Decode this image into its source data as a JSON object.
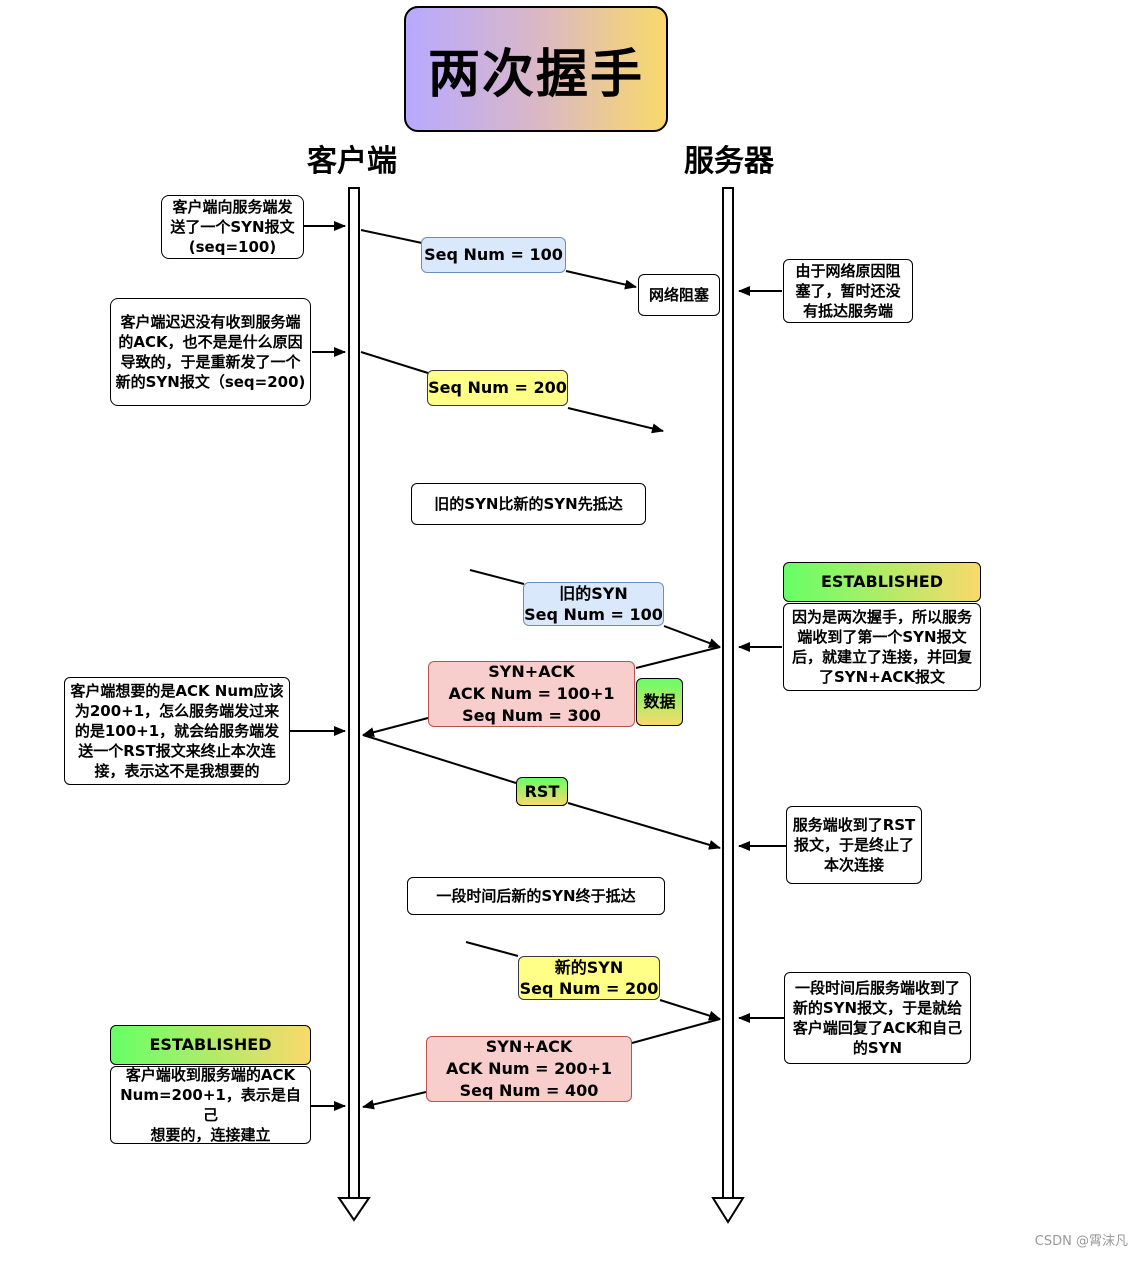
{
  "title": "两次握手",
  "lanes": {
    "client": "客户端",
    "server": "服务器"
  },
  "notes": {
    "client_send_syn": "客户端向服务端发\n送了一个SYN报文\n(seq=100)",
    "client_resend": "客户端迟迟没有收到服务端\n的ACK，也不是是什么原因\n导致的，于是重新发了一个\n新的SYN报文（seq=200)",
    "network_block": "网络阻塞",
    "block_reason": "由于网络原因阻\n塞了，暂时还没\n有抵达服务端",
    "old_arrives_first": "旧的SYN比新的SYN先抵达",
    "server_established_note": "因为是两次握手，所以服务\n端收到了第一个SYN报文\n后，就建立了连接，并回复\n了SYN+ACK报文",
    "client_rst_note": "客户端想要的是ACK Num应该\n为200+1，怎么服务端发过来\n的是100+1，就会给服务端发\n送一个RST报文来终止本次连\n接，表示这不是我想要的",
    "server_rst_note": "服务端收到了RST\n报文，于是终止了\n本次连接",
    "new_arrives_later": "一段时间后新的SYN终于抵达",
    "server_reply_note": "一段时间后服务端收到了\n新的SYN报文，于是就给\n客户端回复了ACK和自己\n的SYN",
    "client_established_note": "客户端收到服务端的ACK\nNum=200+1，表示是自己\n想要的，连接建立"
  },
  "messages": {
    "seq100": "Seq Num = 100",
    "seq200": "Seq Num = 200",
    "old_syn": "旧的SYN\nSeq Num = 100",
    "synack1": "SYN+ACK\nACK Num = 100+1\nSeq Num = 300",
    "data": "数据",
    "rst": "RST",
    "new_syn": "新的SYN\nSeq Num = 200",
    "synack2": "SYN+ACK\nACK Num = 200+1\nSeq Num = 400"
  },
  "badges": {
    "server_established": "ESTABLISHED",
    "client_established": "ESTABLISHED"
  },
  "watermark": "CSDN @霄沫凡",
  "colors": {
    "blue_fill": "#dae8fc",
    "yellow_fill": "#ffff88",
    "red_fill": "#f8cecc",
    "green": "#66ff66",
    "gold": "#f9d96a",
    "purple": "#b8a9ff"
  }
}
